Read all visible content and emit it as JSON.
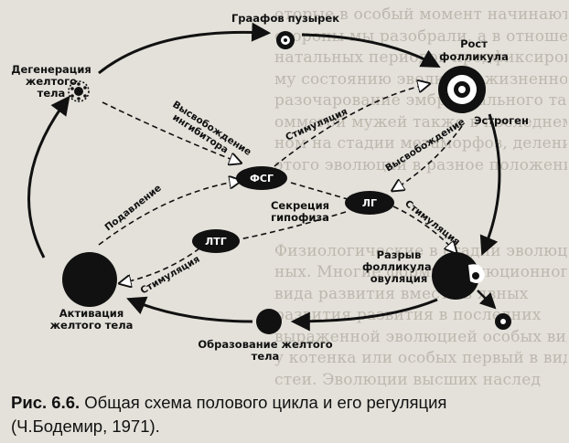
{
  "background_text": [
    "оторые в особый момент начинают",
    "стороны мы разобрали, а в отношении",
    "натальных периодов предфиксирование",
    "му состоянию эволюции жизненного в",
    "разочарование эмбрионального так,",
    "оммегой мужей также в последнем",
    "ном на стадии метаморфоз, деления.",
    "этого эволюции в разное положение",
    "",
    "",
    "",
    "Физиологические в стадии эволюции",
    "ных. Многие формы эволюционного",
    "вида развития вместе в явных",
    "развития развития в последних",
    "выраженной эволюцией особых видов",
    "у котенка или особых первый в видах",
    "стеи. Эволюции высших наслед"
  ],
  "nodes": {
    "graafian": "Граафов пузырек",
    "growth_line1": "Рост",
    "growth_line2": "фолликула",
    "estrogen": "Эстроген",
    "rupture_line1": "Разрыв",
    "rupture_line2": "фолликула,",
    "rupture_line3": "овуляция",
    "formation_line1": "Образование желтого",
    "formation_line2": "тела",
    "activation_line1": "Активация",
    "activation_line2": "желтого тела",
    "degeneration_line1": "Дегенерация",
    "degeneration_line2": "желтого",
    "degeneration_line3": "тела"
  },
  "hormones": {
    "fsh": "ФСГ",
    "lh": "ЛГ",
    "ltg": "ЛТГ",
    "secretion_line1": "Секреция",
    "secretion_line2": "гипофиза"
  },
  "arrow_labels": {
    "release_inhibitor_line1": "Высвобождение",
    "release_inhibitor_line2": "ингибитора",
    "stimulation_top": "Стимуляция",
    "release_right": "Высвобождение",
    "stimulation_right": "Стимуляция",
    "suppression": "Подавление",
    "stimulation_bottom": "Стимуляция"
  },
  "caption": {
    "figure": "Рис. 6.6.",
    "title": " Общая схема полового цикла и его регуляция",
    "source": "(Ч.Бодемир, 1971)."
  }
}
